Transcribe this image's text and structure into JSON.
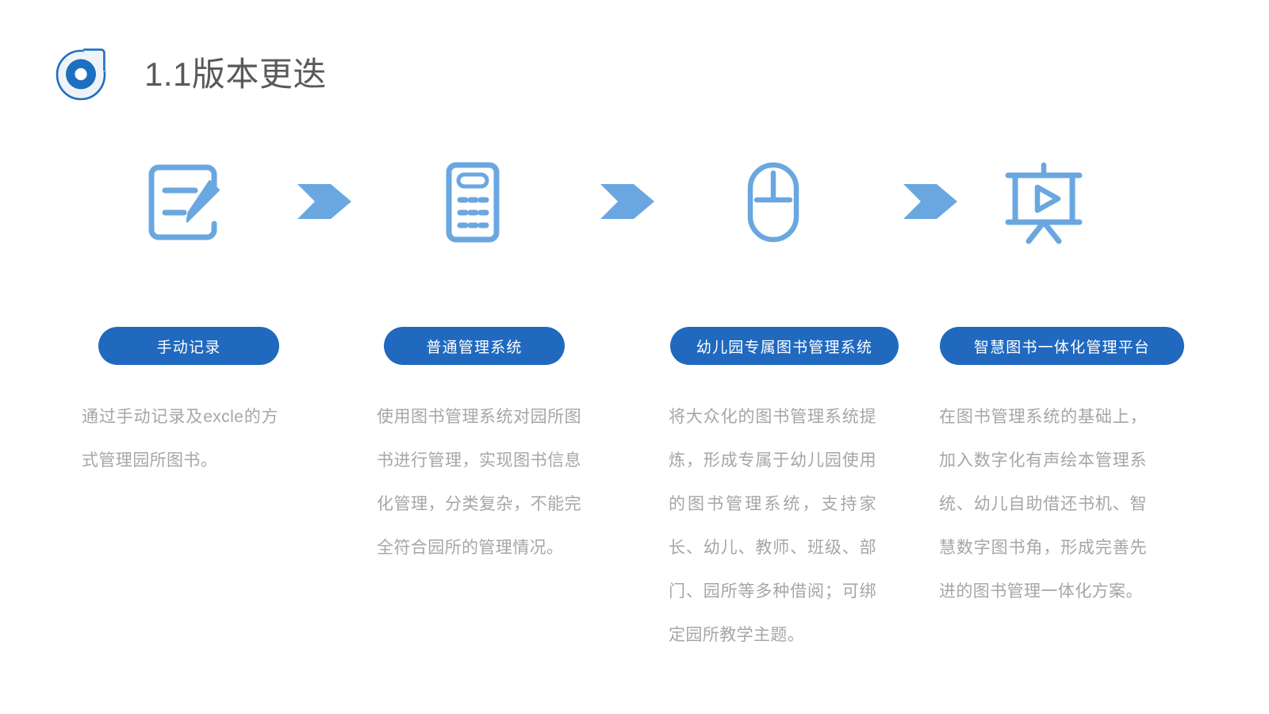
{
  "page": {
    "title": "1.1版本更迭",
    "logo_icon": "ring-droplet-logo-icon",
    "background_color": "#ffffff"
  },
  "theme": {
    "pill_blue": "#2069BF",
    "icon_blue": "#6AA7E0",
    "logo_blue": "#1D6FC0",
    "title_gray": "#595959",
    "body_gray": "#a6a6a6"
  },
  "flow": {
    "arrow_icon": "chevron-arrow-right-icon",
    "arrow_count": 3,
    "steps": [
      {
        "icon": "document-edit-pencil-icon",
        "pill_label": "手动记录",
        "description": "通过手动记录及excle的方式管理园所图书。"
      },
      {
        "icon": "calculator-icon",
        "pill_label": "普通管理系统",
        "description": "使用图书管理系统对园所图书进行管理，实现图书信息化管理，分类复杂，不能完全符合园所的管理情况。"
      },
      {
        "icon": "computer-mouse-icon",
        "pill_label": "幼儿园专属图书管理系统",
        "description": "将大众化的图书管理系统提炼，形成专属于幼儿园使用的图书管理系统，支持家长、幼儿、教师、班级、部门、园所等多种借阅；可绑定园所教学主题。"
      },
      {
        "icon": "presentation-board-play-icon",
        "pill_label": "智慧图书一体化管理平台",
        "description": "在图书管理系统的基础上，加入数字化有声绘本管理系统、幼儿自助借还书机、智慧数字图书角，形成完善先进的图书管理一体化方案。"
      }
    ]
  }
}
